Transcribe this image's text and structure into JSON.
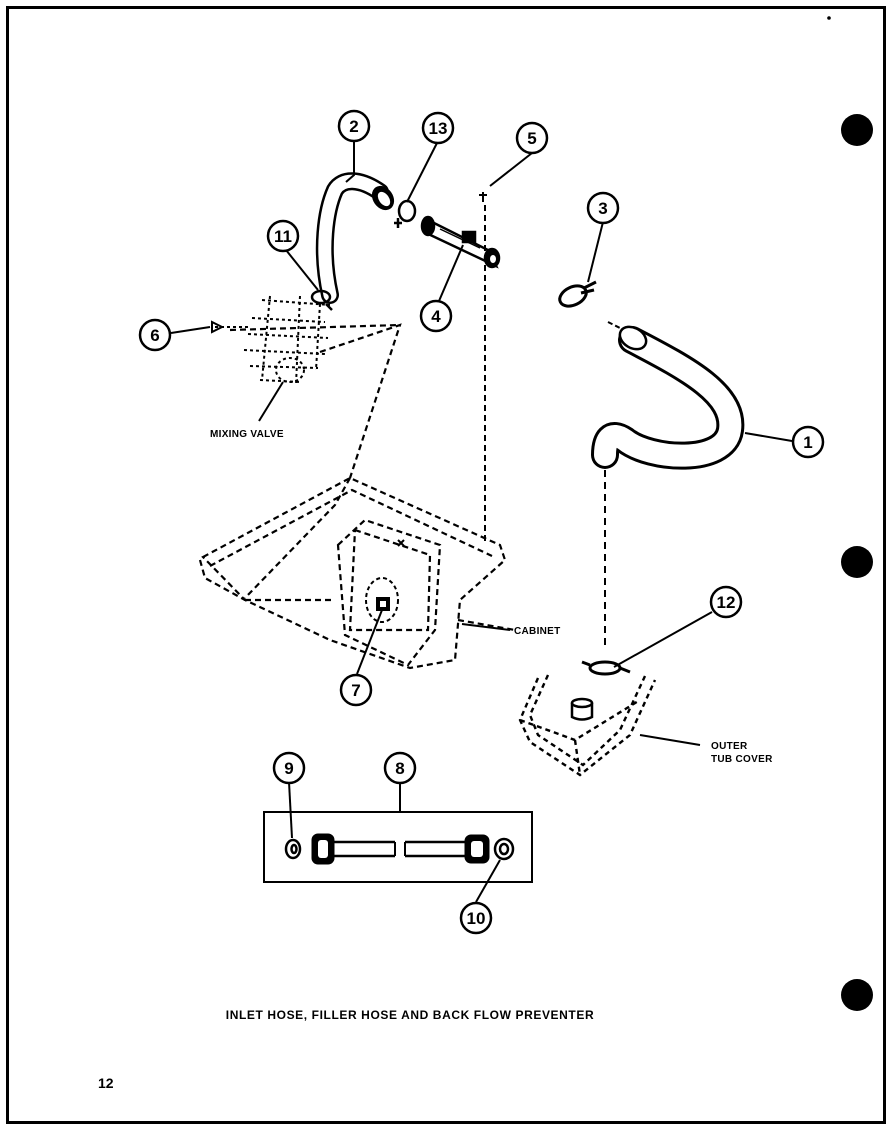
{
  "diagram": {
    "caption": "INLET HOSE, FILLER HOSE AND BACK FLOW PREVENTER",
    "page_number": "12",
    "labels": {
      "mixing_valve": "MIXING VALVE",
      "cabinet": "CABINET",
      "outer_line1": "OUTER",
      "outer_line2": "TUB COVER"
    },
    "callouts": [
      "1",
      "2",
      "3",
      "4",
      "5",
      "6",
      "7",
      "8",
      "9",
      "10",
      "11",
      "12",
      "13"
    ]
  }
}
